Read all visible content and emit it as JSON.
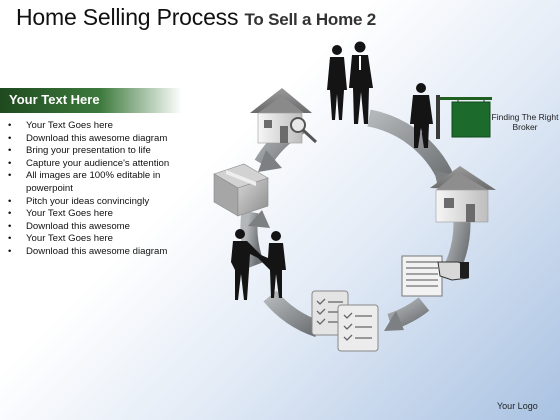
{
  "title": {
    "main": "Home Selling Process",
    "sub": "To Sell a Home 2"
  },
  "sidebar": {
    "header": "Your Text Here",
    "bullets": [
      "Your Text Goes here",
      "Download this awesome diagram",
      "Bring your presentation to life",
      "Capture your audience's attention",
      "All images are 100% editable in powerpoint",
      "Pitch your ideas convincingly",
      "Your Text Goes here",
      "Download this awesome",
      "Your Text Goes here",
      "Download this awesome diagram"
    ]
  },
  "diagram": {
    "broker_label": "Finding The Right Broker"
  },
  "footer": {
    "logo": "Your Logo"
  },
  "colors": {
    "header_green": "#2f6a2f",
    "sign_green": "#1c6b2c",
    "ring_gray": "#8a8d90"
  }
}
